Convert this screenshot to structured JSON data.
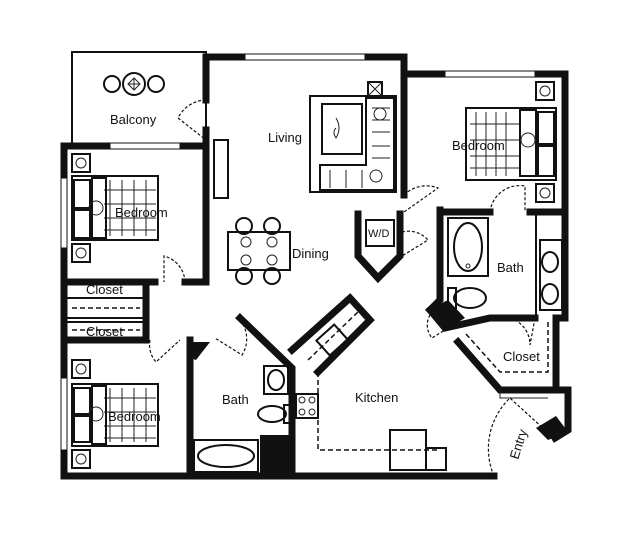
{
  "floor_plan": {
    "rooms": {
      "balcony": "Balcony",
      "living": "Living",
      "dining": "Dining",
      "bedroom_top_right": "Bedroom",
      "bedroom_left_upper": "Bedroom",
      "bedroom_left_lower": "Bedroom",
      "bath_right": "Bath",
      "bath_bottom": "Bath",
      "closet_upper": "Closet",
      "closet_lower": "Closet",
      "closet_right": "Closet",
      "kitchen": "Kitchen",
      "entry": "Entry",
      "laundry": "W/D"
    }
  }
}
